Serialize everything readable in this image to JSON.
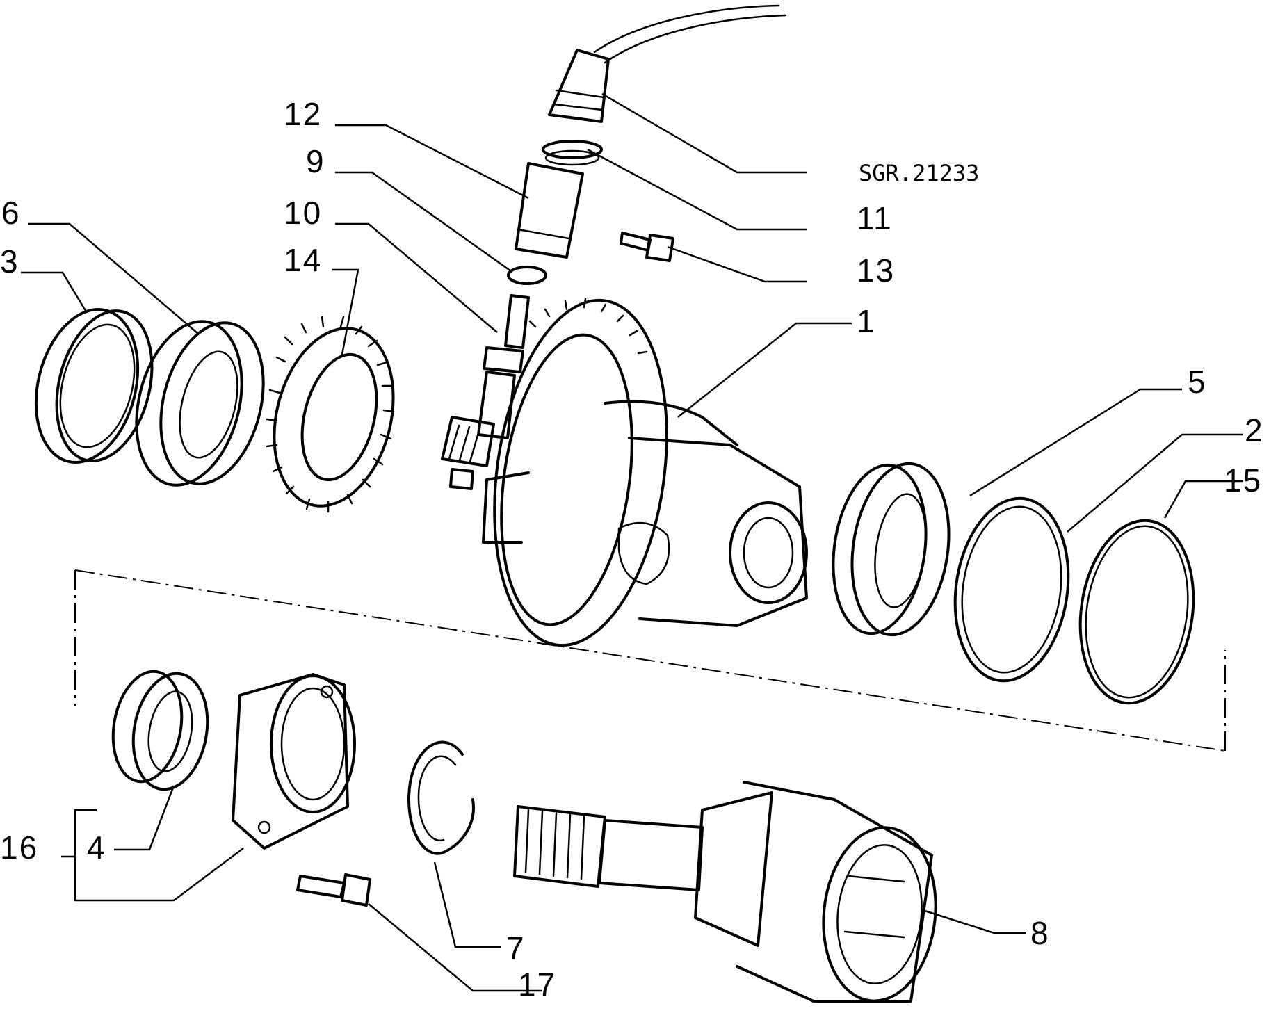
{
  "diagram": {
    "reference_code": "SGR.21233",
    "callouts": {
      "c1": "1",
      "c2": "2",
      "c3": "3",
      "c4": "4",
      "c5": "5",
      "c6": "6",
      "c7": "7",
      "c8": "8",
      "c9": "9",
      "c10": "10",
      "c11": "11",
      "c12": "12",
      "c13": "13",
      "c14": "14",
      "c15": "15",
      "c16": "16",
      "c17": "17"
    }
  }
}
